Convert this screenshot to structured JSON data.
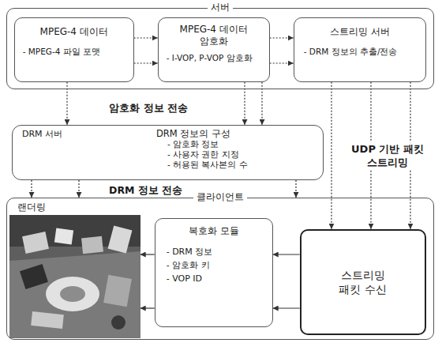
{
  "diagram": {
    "nodes": [
      {
        "text": [
          "서버"
        ]
      },
      {
        "text": [
          "MPEG-4 데이터",
          "- MPEG-4 파일 포맷"
        ],
        "in": 0
      },
      {
        "text": [
          "MPEG-4 데이터 암호화",
          "- I-VOP, P-VOP 암호화"
        ],
        "in": 0
      },
      {
        "text": [
          "스트리밍 서버",
          "- DRM 정보의 추출/전송"
        ],
        "in": 0
      },
      {
        "text": [
          "DRM 서버",
          "DRM 정보의 구성",
          "- 암호화 정보",
          "- 사용자 권한 지정",
          "- 허용된 복사본의 수"
        ]
      },
      {
        "text": [
          "클라이언트"
        ]
      },
      {
        "text": [
          "랜더링"
        ],
        "in": 5
      },
      {
        "text": [
          "복호화 모듈",
          "- DRM 정보",
          "- 암호화 키",
          "- VOP ID"
        ],
        "in": 5
      },
      {
        "text": [
          "스트리밍 패킷 수신"
        ],
        "in": 5
      }
    ],
    "edges": [
      {
        "from": 1,
        "to": 2,
        "arrow": "to"
      },
      {
        "from": 1,
        "to": 2,
        "arrow": "to"
      },
      {
        "from": 2,
        "to": 3,
        "arrow": "to"
      },
      {
        "from": 2,
        "to": 3,
        "arrow": "to"
      },
      {
        "from": 1,
        "to": 4,
        "arrow": "to"
      },
      {
        "from": 2,
        "to": 4,
        "arrow": "to"
      },
      {
        "from": 2,
        "to": 4,
        "arrow": "to"
      },
      {
        "from": 4,
        "to": 5,
        "arrow": "to"
      },
      {
        "from": 4,
        "to": 5,
        "arrow": "to"
      },
      {
        "from": 4,
        "to": 5,
        "arrow": "to"
      },
      {
        "from": 3,
        "to": 8,
        "arrow": "to"
      },
      {
        "from": 3,
        "to": 8,
        "arrow": "to"
      },
      {
        "from": 3,
        "to": 8,
        "arrow": "to"
      },
      {
        "from": 8,
        "to": 7,
        "arrow": "to"
      },
      {
        "from": 8,
        "to": 7,
        "arrow": "to"
      },
      {
        "from": 7,
        "to": 6,
        "arrow": "to"
      },
      {
        "from": 7,
        "to": 6,
        "arrow": "to"
      }
    ],
    "labels": [
      "암호화 정보 전송",
      "DRM 정보 전송",
      "UDP 기반 패킷 스트리밍"
    ]
  }
}
